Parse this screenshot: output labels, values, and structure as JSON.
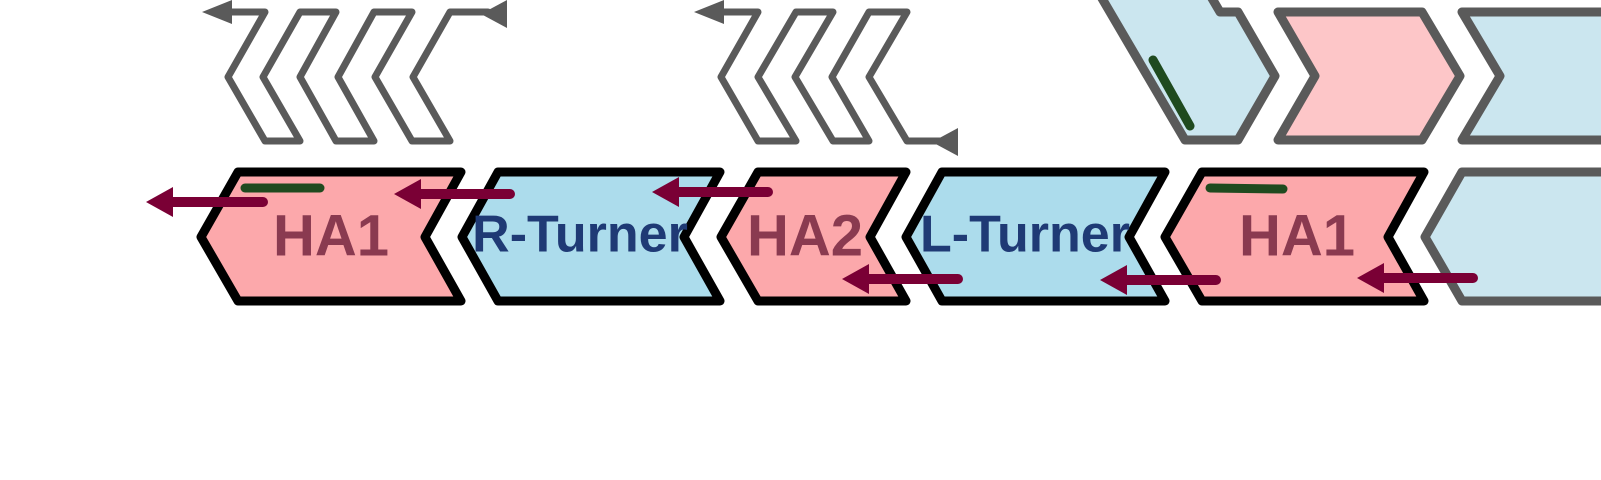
{
  "colors": {
    "ha_fill": "#fca8ab",
    "turner_fill": "#acdcec",
    "ha_fill_faded": "#fdc6c8",
    "turner_fill_faded": "#cbe6ef",
    "outline": "#000000",
    "outline_faded": "#5a5a5a",
    "ha_text": "#8a3a50",
    "turner_text": "#1f3a75",
    "arrow": "#7a0035",
    "marker": "#1f4a1f",
    "hairpin": "#5a5a5a"
  },
  "tiles": [
    {
      "label": "HA1",
      "kind": "ha"
    },
    {
      "label": "R-Turner",
      "kind": "turner"
    },
    {
      "label": "HA2",
      "kind": "ha"
    },
    {
      "label": "L-Turner",
      "kind": "turner"
    },
    {
      "label": "HA1",
      "kind": "ha"
    }
  ],
  "icons": {
    "strand_arrow": "arrow-left-icon",
    "hairpin": "zigzag-hairpin-icon",
    "bond_marker": "bond-marker-icon"
  }
}
